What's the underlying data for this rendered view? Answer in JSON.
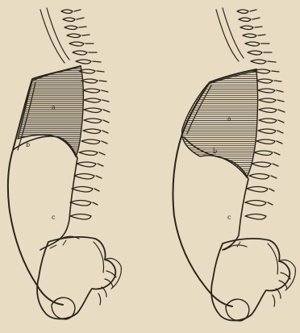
{
  "figure": {
    "background": "#e8dcc2",
    "ink": "#2a241c",
    "panels": [
      {
        "id": "left",
        "labels": {
          "a": "a",
          "b": "b",
          "c": "c"
        }
      },
      {
        "id": "right",
        "labels": {
          "a": "a",
          "b": "b",
          "c": "c"
        }
      }
    ]
  }
}
